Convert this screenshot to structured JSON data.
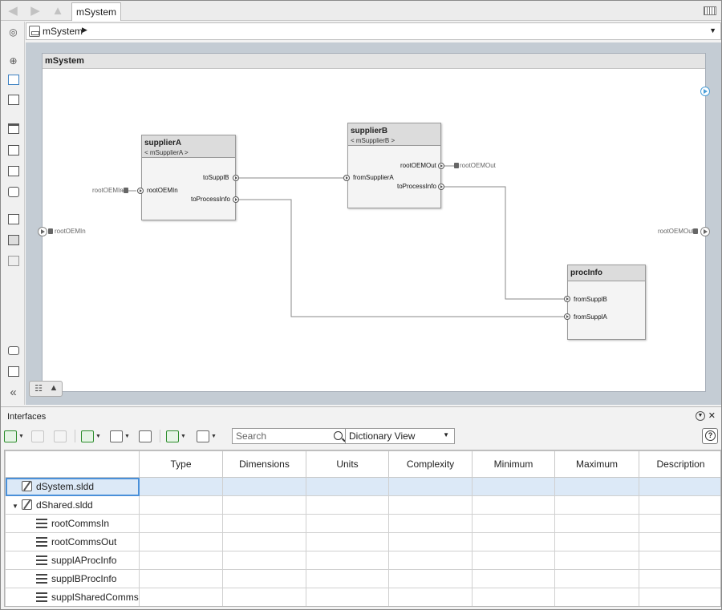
{
  "tabs": [
    {
      "label": "mSystem"
    }
  ],
  "breadcrumb": {
    "label": "mSystem"
  },
  "diagram": {
    "title": "mSystem",
    "components": [
      {
        "name": "supplierA",
        "ref": "< mSupplierA >",
        "ports_out": [
          "toSupplB",
          "toProcessInfo"
        ],
        "ports_in": [
          "rootOEMIn"
        ]
      },
      {
        "name": "supplierB",
        "ref": "< mSupplierB >",
        "ports_out": [
          "rootOEMOut",
          "toProcessInfo"
        ],
        "ports_in": [
          "fromSupplierA"
        ]
      },
      {
        "name": "procInfo",
        "ports_in": [
          "fromSupplB",
          "fromSupplA"
        ]
      }
    ],
    "external_ports": {
      "root_in": "rootOEMIn",
      "root_out": "rootOEMOut",
      "inner_in": "rootOEMIn",
      "inner_out": "rootOEMOut"
    }
  },
  "panel": {
    "title": "Interfaces",
    "search_placeholder": "Search",
    "view": "Dictionary View",
    "columns": [
      "Type",
      "Dimensions",
      "Units",
      "Complexity",
      "Minimum",
      "Maximum",
      "Description"
    ],
    "rows": [
      {
        "name": "dSystem.sldd",
        "kind": "dictionary",
        "level": 0,
        "expanded": null,
        "selected": true
      },
      {
        "name": "dShared.sldd",
        "kind": "dictionary",
        "level": 0,
        "expanded": true,
        "selected": false
      },
      {
        "name": "rootCommsIn",
        "kind": "interface",
        "level": 1
      },
      {
        "name": "rootCommsOut",
        "kind": "interface",
        "level": 1
      },
      {
        "name": "supplAProcInfo",
        "kind": "interface",
        "level": 1
      },
      {
        "name": "supplBProcInfo",
        "kind": "interface",
        "level": 1
      },
      {
        "name": "supplSharedComms",
        "kind": "interface",
        "level": 1
      }
    ]
  }
}
